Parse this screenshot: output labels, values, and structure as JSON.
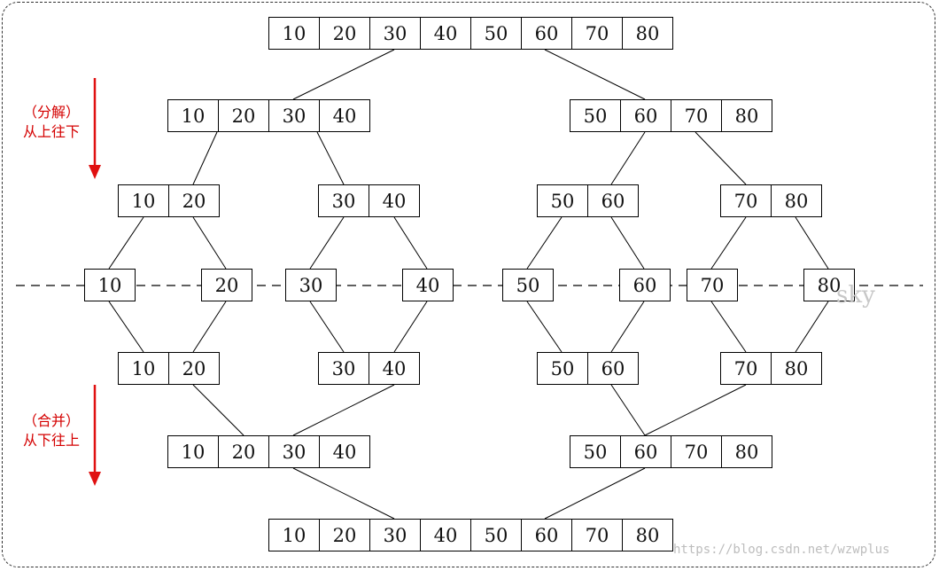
{
  "annotations": {
    "split": {
      "line1": "（分解）",
      "line2": "从上往下"
    },
    "merge": {
      "line1": "（合并）",
      "line2": "从下往上"
    }
  },
  "arrow_color": "#e01010",
  "watermark": "https://blog.csdn.net/wzwplus",
  "signature": "sky",
  "levels": [
    {
      "role": "split",
      "blocks": [
        [
          "10",
          "20",
          "30",
          "40",
          "50",
          "60",
          "70",
          "80"
        ]
      ]
    },
    {
      "role": "split",
      "blocks": [
        [
          "10",
          "20",
          "30",
          "40"
        ],
        [
          "50",
          "60",
          "70",
          "80"
        ]
      ]
    },
    {
      "role": "split",
      "blocks": [
        [
          "10",
          "20"
        ],
        [
          "30",
          "40"
        ],
        [
          "50",
          "60"
        ],
        [
          "70",
          "80"
        ]
      ]
    },
    {
      "role": "single",
      "blocks": [
        [
          "10"
        ],
        [
          "20"
        ],
        [
          "30"
        ],
        [
          "40"
        ],
        [
          "50"
        ],
        [
          "60"
        ],
        [
          "70"
        ],
        [
          "80"
        ]
      ]
    },
    {
      "role": "merge",
      "blocks": [
        [
          "10",
          "20"
        ],
        [
          "30",
          "40"
        ],
        [
          "50",
          "60"
        ],
        [
          "70",
          "80"
        ]
      ]
    },
    {
      "role": "merge",
      "blocks": [
        [
          "10",
          "20",
          "30",
          "40"
        ],
        [
          "50",
          "60",
          "70",
          "80"
        ]
      ]
    },
    {
      "role": "merge",
      "blocks": [
        [
          "10",
          "20",
          "30",
          "40",
          "50",
          "60",
          "70",
          "80"
        ]
      ]
    }
  ]
}
